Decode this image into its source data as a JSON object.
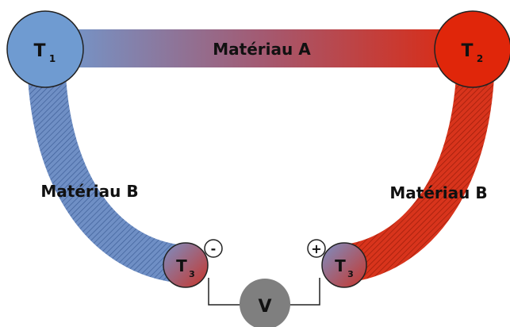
{
  "diagram": {
    "node_t1": {
      "label": "T",
      "subscript": "1"
    },
    "node_t2": {
      "label": "T",
      "subscript": "2"
    },
    "node_t3_left": {
      "label": "T",
      "subscript": "3"
    },
    "node_t3_right": {
      "label": "T",
      "subscript": "3"
    },
    "voltmeter": {
      "label": "V"
    },
    "material_a": {
      "label": "Matériau A"
    },
    "material_b_left": {
      "label": "Matériau B"
    },
    "material_b_right": {
      "label": "Matériau B"
    },
    "terminal_negative": {
      "label": "-"
    },
    "terminal_positive": {
      "label": "+"
    }
  },
  "colors": {
    "cold": "#6f9bd1",
    "hot": "#e0260a",
    "junction": "#a44c57",
    "voltmeter": "#7f7f7f"
  }
}
